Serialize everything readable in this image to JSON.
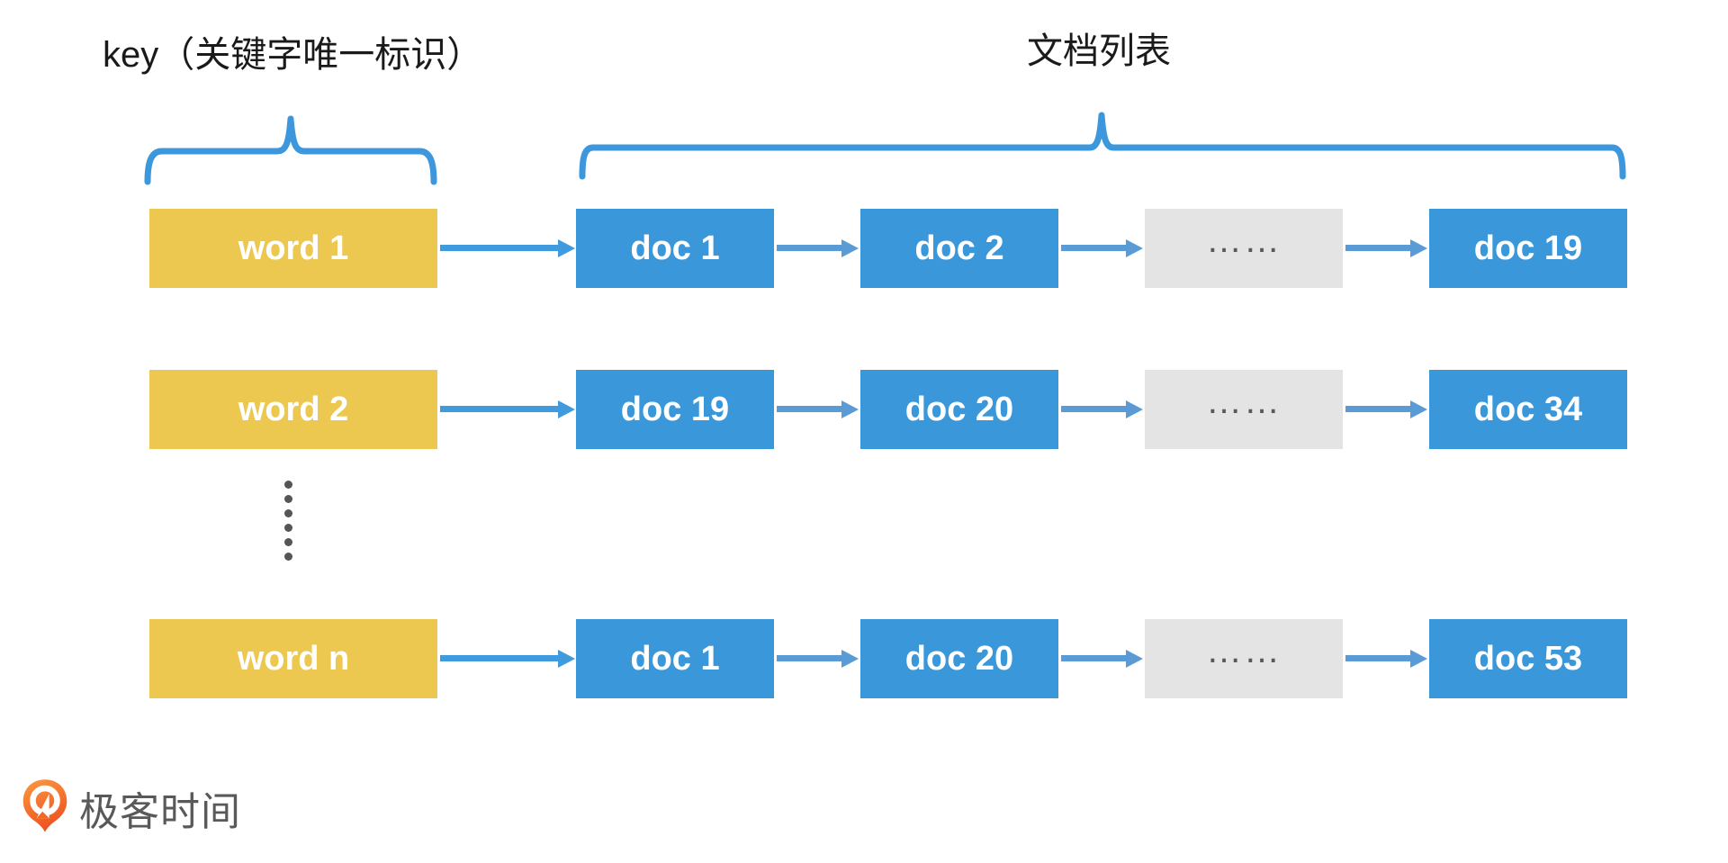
{
  "labels": {
    "key": "key（关键字唯一标识）",
    "doc_list": "文档列表"
  },
  "rows": [
    {
      "word": "word 1",
      "docs": [
        "doc 1",
        "doc 2",
        "……",
        "doc 19"
      ]
    },
    {
      "word": "word 2",
      "docs": [
        "doc 19",
        "doc 20",
        "……",
        "doc 34"
      ]
    },
    {
      "word": "word n",
      "docs": [
        "doc 1",
        "doc 20",
        "……",
        "doc 53"
      ]
    }
  ],
  "logo": {
    "text": "极客时间"
  },
  "colors": {
    "word_box": "#edc850",
    "doc_box": "#3a97da",
    "ellipsis_box": "#e4e4e4",
    "arrow_first": "#3f9bde",
    "arrow_chain": "#5b9bd5",
    "brace": "#3d97dc",
    "dots": "#555555",
    "label_text": "#1a1a1a",
    "logo_text": "#595959",
    "logo_orange": "#f4691f",
    "box_text": "#ffffff"
  }
}
